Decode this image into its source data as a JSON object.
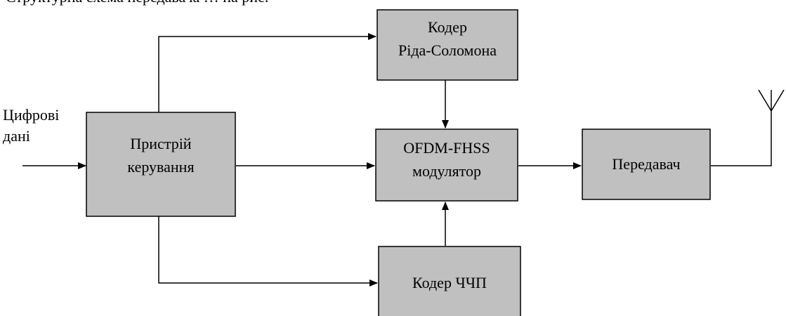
{
  "caption_fragment": "Структурна схема передавача … на рис.",
  "input": {
    "line1": "Цифрові",
    "line2": "дані"
  },
  "blocks": {
    "control": {
      "line1": "Пристрій",
      "line2": "керування"
    },
    "rs_encoder": {
      "line1": "Кодер",
      "line2": "Ріда-Соломона"
    },
    "modulator": {
      "line1": "OFDM-FHSS",
      "line2": "модулятор"
    },
    "transmitter": {
      "line1": "Передавач"
    },
    "fh_encoder": {
      "line1": "Кодер ЧЧП"
    }
  },
  "colors": {
    "block_fill": "#c0c0c0",
    "stroke": "#000000",
    "background": "#ffffff"
  },
  "icons": [
    "arrow-icon",
    "antenna-icon"
  ]
}
